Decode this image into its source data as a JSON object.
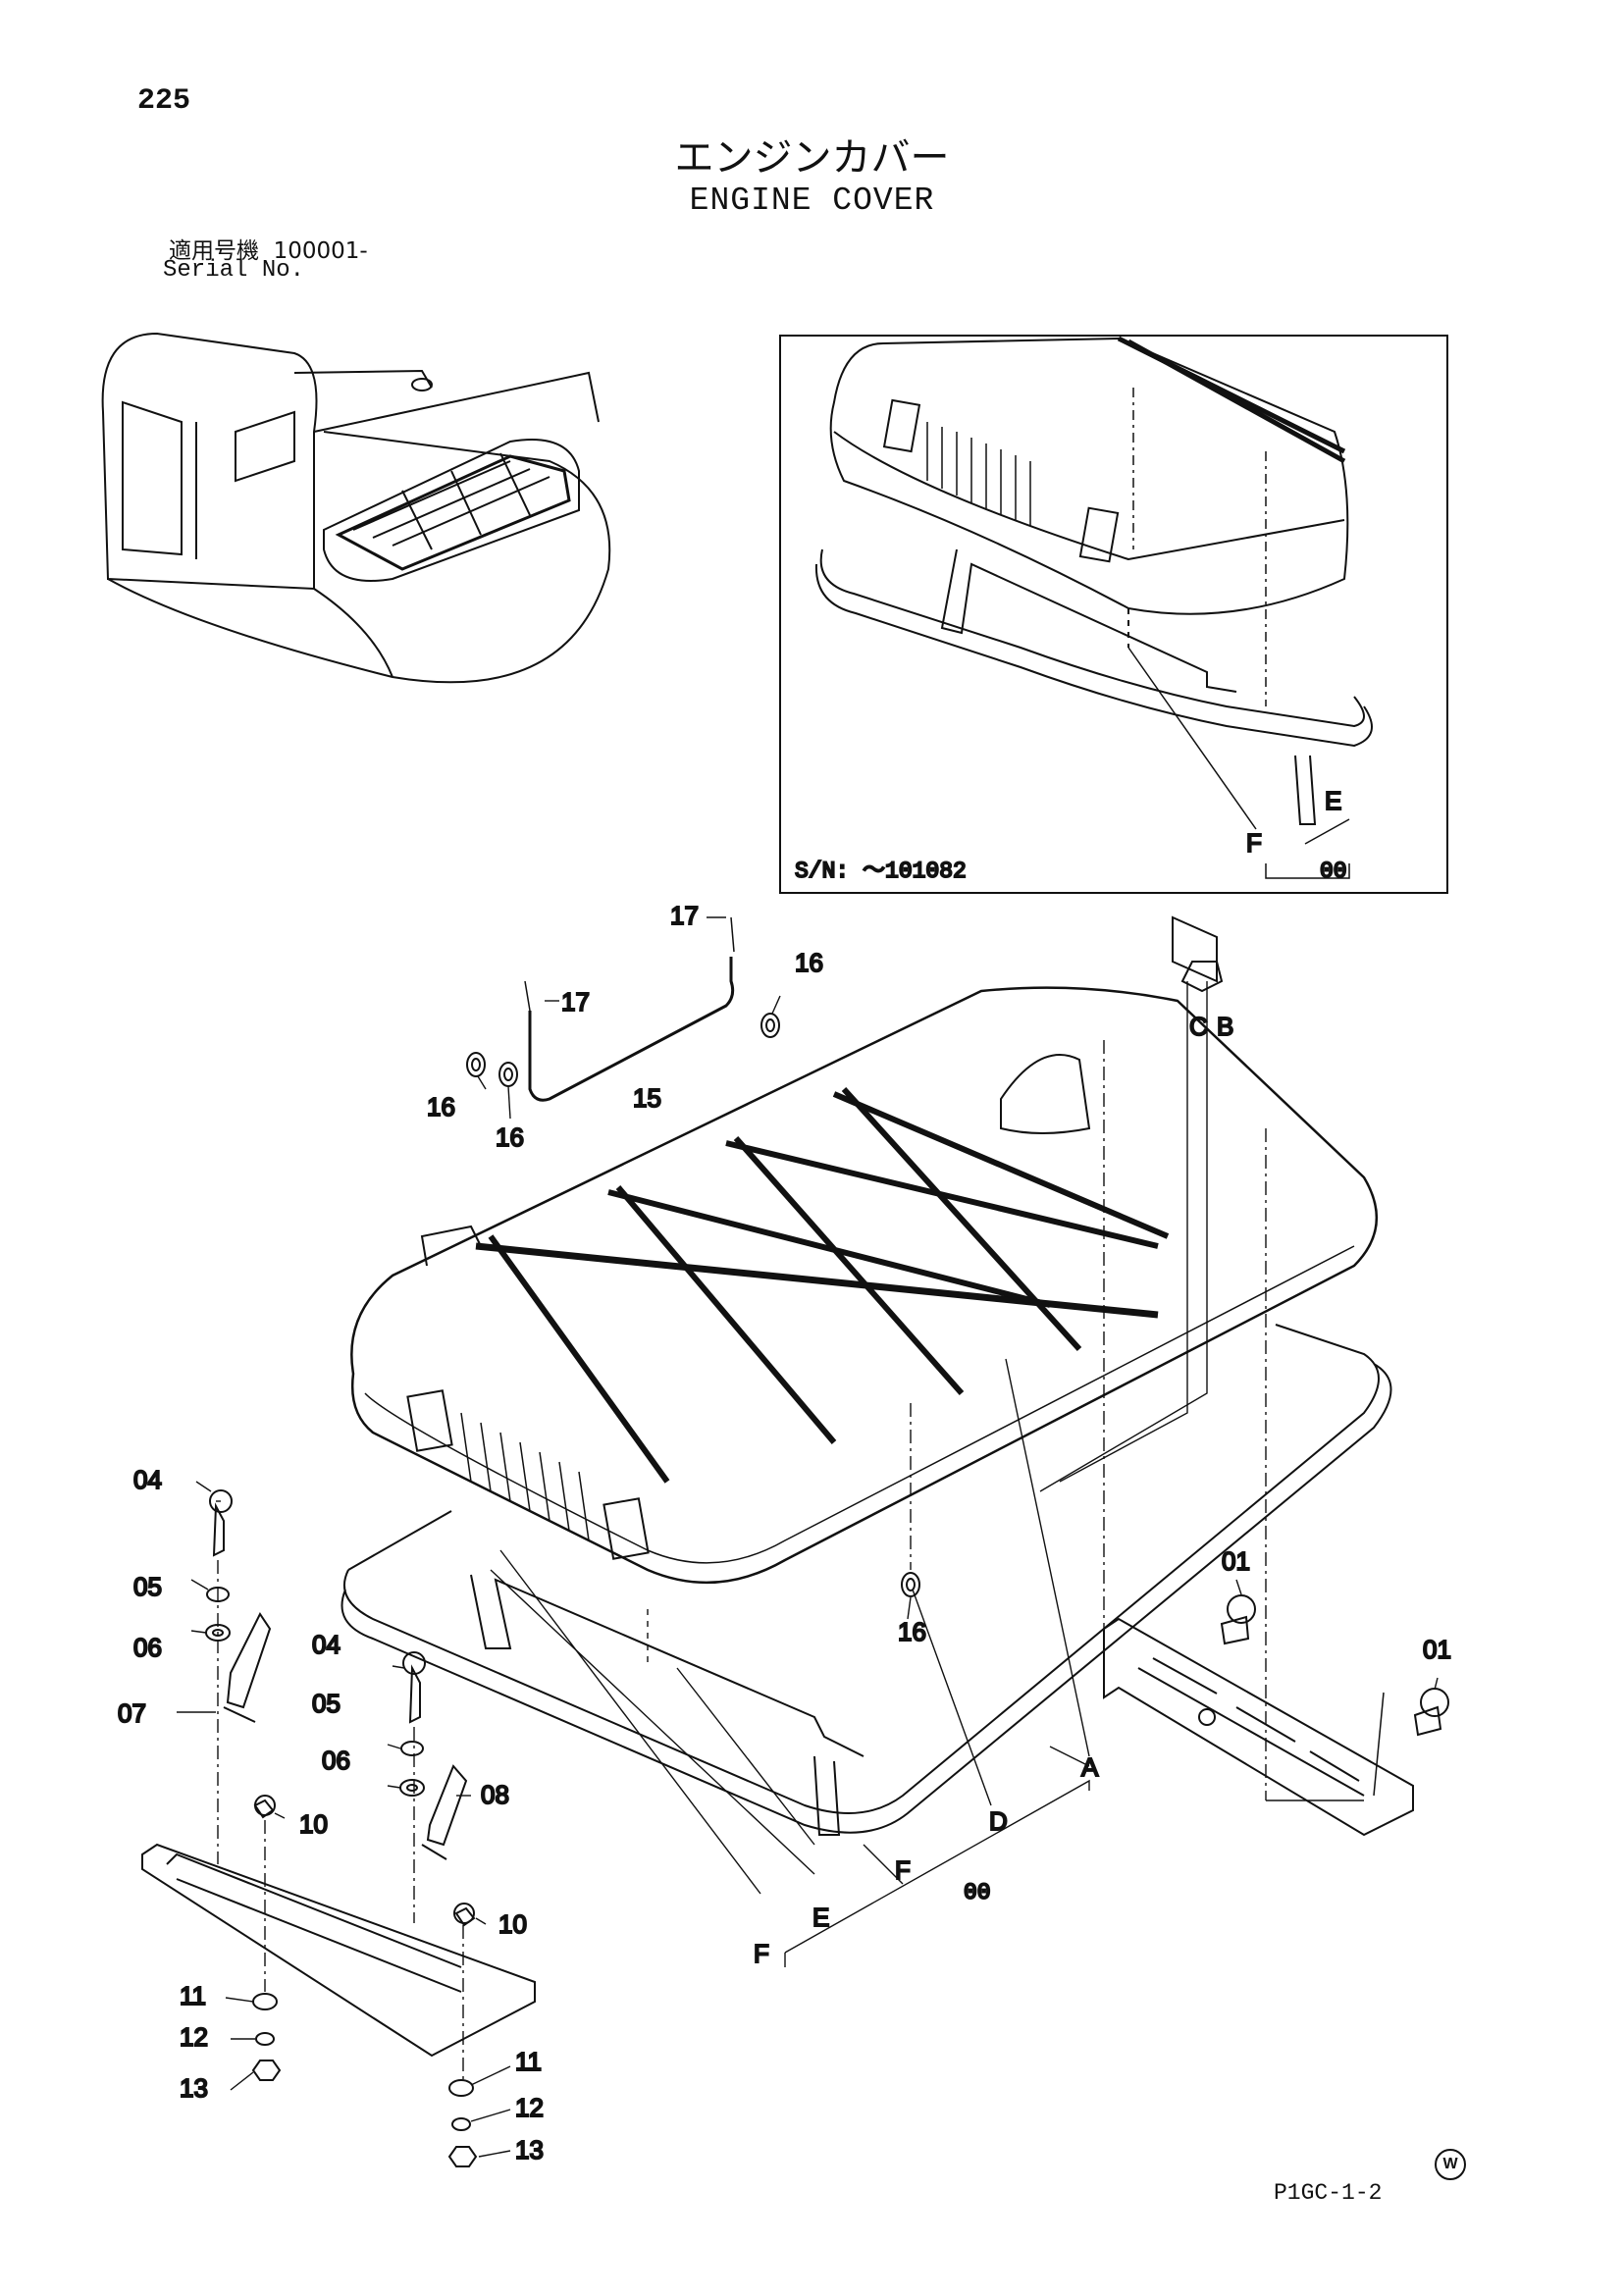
{
  "page_number": "225",
  "title_jp": "エンジンカバー",
  "title_en": "ENGINE COVER",
  "serial_label_jp": "適用号機",
  "serial_range": "100001-",
  "serial_label_en": "Serial No.",
  "inset_serial": "S/N: ～101082",
  "drawing_code": "P1GC-1-2",
  "w_mark": "W",
  "callouts": {
    "c17a": "17",
    "c17b": "17",
    "c16a": "16",
    "c16b": "16",
    "c16c": "16",
    "c16d": "16",
    "c15": "15",
    "c04a": "04",
    "c05a": "05",
    "c06a": "06",
    "c07": "07",
    "c04b": "04",
    "c05b": "05",
    "c06b": "06",
    "c08": "08",
    "c10a": "10",
    "c10b": "10",
    "c11a": "11",
    "c12a": "12",
    "c13a": "13",
    "c11b": "11",
    "c12b": "12",
    "c13b": "13",
    "c01a": "01",
    "c01b": "01",
    "cA": "A",
    "cB": "B",
    "cC": "C",
    "cD": "D",
    "cE": "E",
    "cF": "F",
    "cF2": "F",
    "c00": "00",
    "iE": "E",
    "iF": "F",
    "i00": "00"
  }
}
